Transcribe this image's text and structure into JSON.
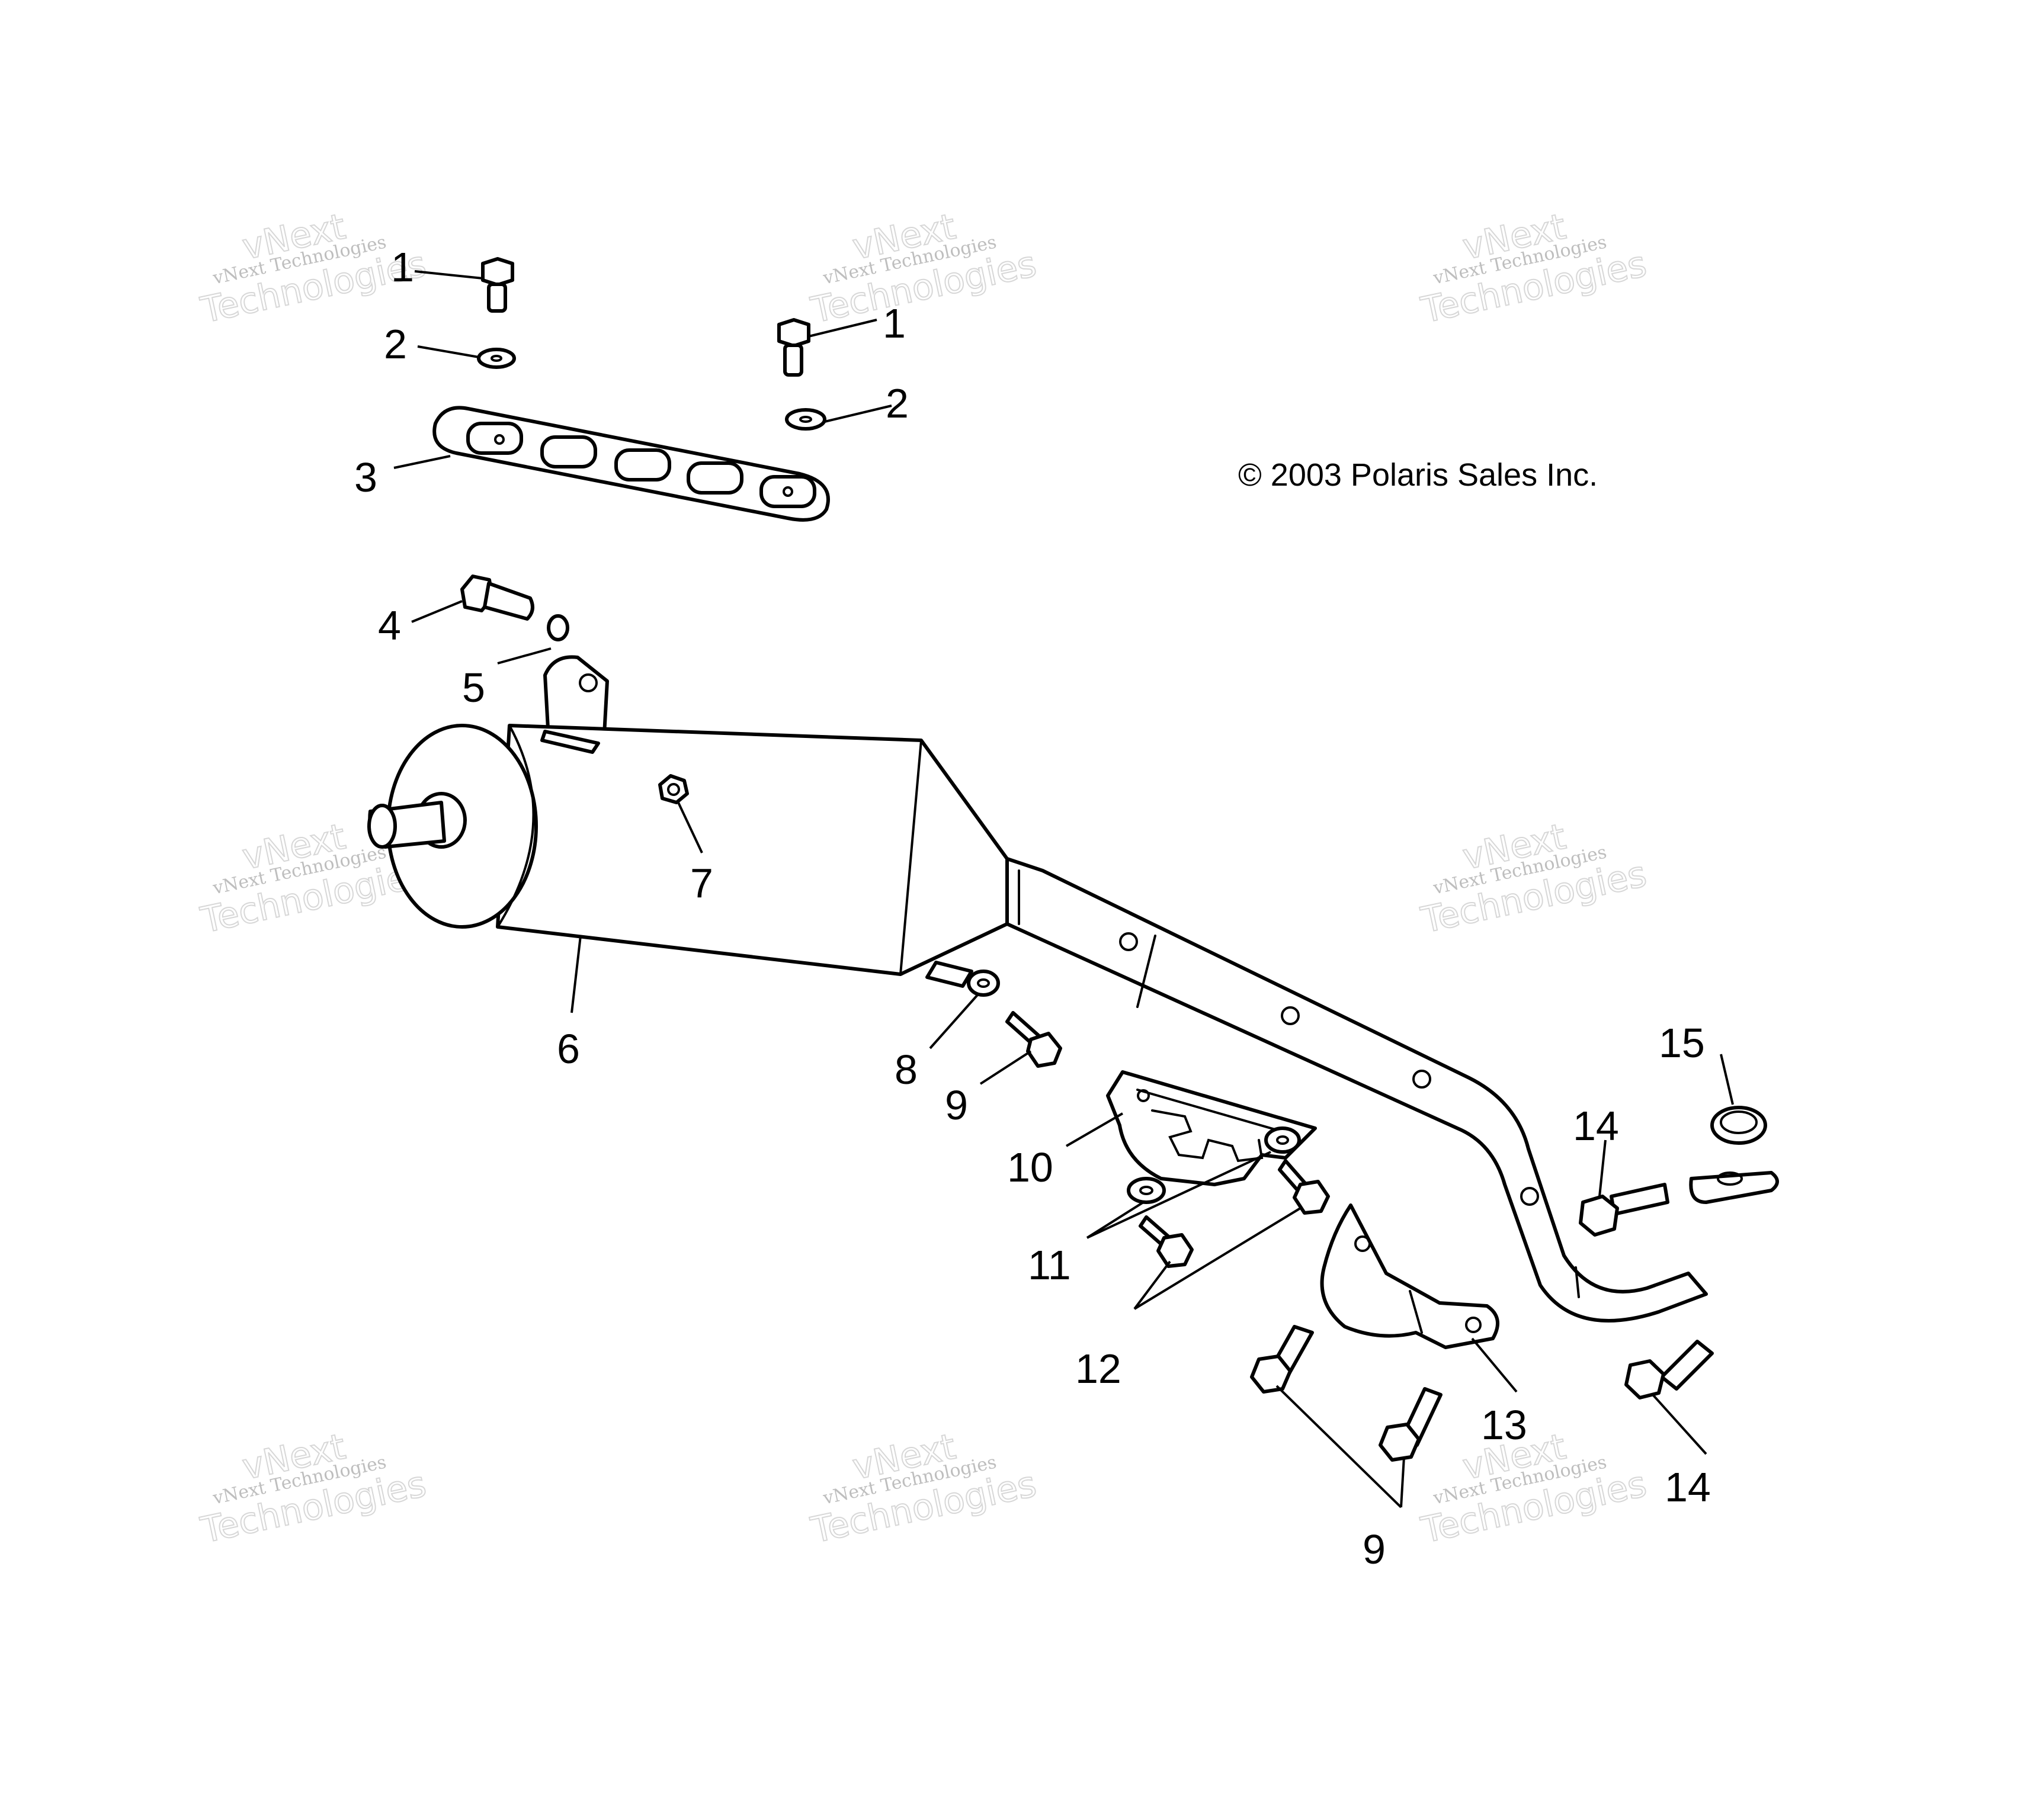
{
  "copyright": "© 2003 Polaris Sales Inc.",
  "watermark": {
    "line1": "vNext Technologies",
    "line2": "vNext",
    "line3": "Technologies"
  },
  "callouts": {
    "c1a": "1",
    "c1b": "1",
    "c2a": "2",
    "c2b": "2",
    "c3": "3",
    "c4": "4",
    "c5": "5",
    "c6": "6",
    "c7": "7",
    "c8": "8",
    "c9a": "9",
    "c9b": "9",
    "c10": "10",
    "c11": "11",
    "c12": "12",
    "c13": "13",
    "c14a": "14",
    "c14b": "14",
    "c15": "15"
  }
}
